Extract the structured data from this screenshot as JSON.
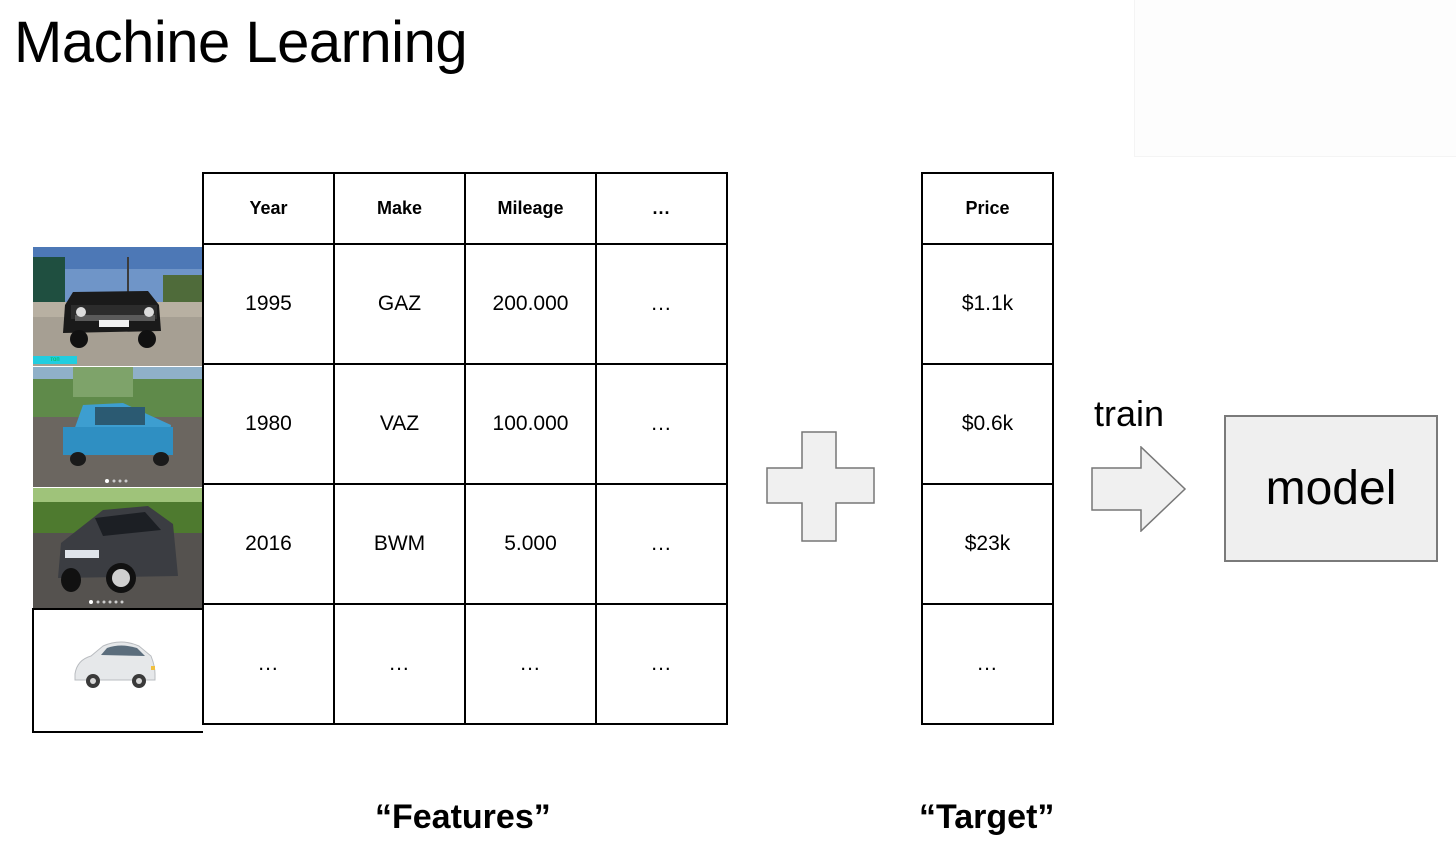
{
  "title": "Machine Learning",
  "features": {
    "columns": [
      "Year",
      "Make",
      "Mileage",
      "..."
    ],
    "rows": [
      [
        "1995",
        "GAZ",
        "200.000",
        "..."
      ],
      [
        "1980",
        "VAZ",
        "100.000",
        "..."
      ],
      [
        "2016",
        "BWM",
        "5.000",
        "..."
      ],
      [
        "...",
        "...",
        "...",
        "..."
      ]
    ],
    "label": "“Features”",
    "photo_tag": "топ"
  },
  "target": {
    "column": "Price",
    "rows": [
      "$1.1k",
      "$0.6k",
      "$23k",
      "..."
    ],
    "label": "“Target”"
  },
  "train_label": "train",
  "model_label": "model",
  "icons": {
    "combine": "plus-icon",
    "flow": "arrow-right-icon",
    "placeholder": "car-icon"
  },
  "colors": {
    "model_fill": "#efefef",
    "shape_fill": "#f0f0f0",
    "shape_stroke": "#777777"
  }
}
